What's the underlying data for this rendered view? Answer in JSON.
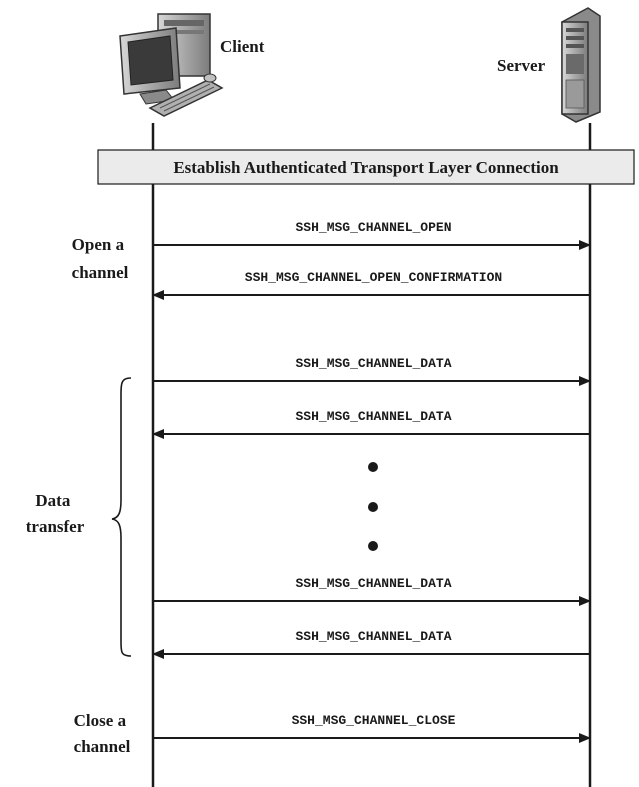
{
  "actors": {
    "client": {
      "label": "Client",
      "icon": "desktop-computer-icon"
    },
    "server": {
      "label": "Server",
      "icon": "server-tower-icon"
    }
  },
  "banner": {
    "text": "Establish Authenticated Transport Layer Connection"
  },
  "phases": {
    "open": {
      "line1": "Open a",
      "line2": "channel"
    },
    "data": {
      "line1": "Data",
      "line2": "transfer"
    },
    "close": {
      "line1": "Close a",
      "line2": "channel"
    }
  },
  "messages": [
    {
      "label": "SSH_MSG_CHANNEL_OPEN",
      "direction": "client-to-server"
    },
    {
      "label": "SSH_MSG_CHANNEL_OPEN_CONFIRMATION",
      "direction": "server-to-client"
    },
    {
      "label": "SSH_MSG_CHANNEL_DATA",
      "direction": "client-to-server"
    },
    {
      "label": "SSH_MSG_CHANNEL_DATA",
      "direction": "server-to-client"
    },
    {
      "label": "SSH_MSG_CHANNEL_DATA",
      "direction": "client-to-server"
    },
    {
      "label": "SSH_MSG_CHANNEL_DATA",
      "direction": "server-to-client"
    },
    {
      "label": "SSH_MSG_CHANNEL_CLOSE",
      "direction": "client-to-server"
    }
  ],
  "colors": {
    "line": "#1a1a1a",
    "banner_fill": "#ebebeb",
    "icon_shade": "#9a9a9a"
  }
}
